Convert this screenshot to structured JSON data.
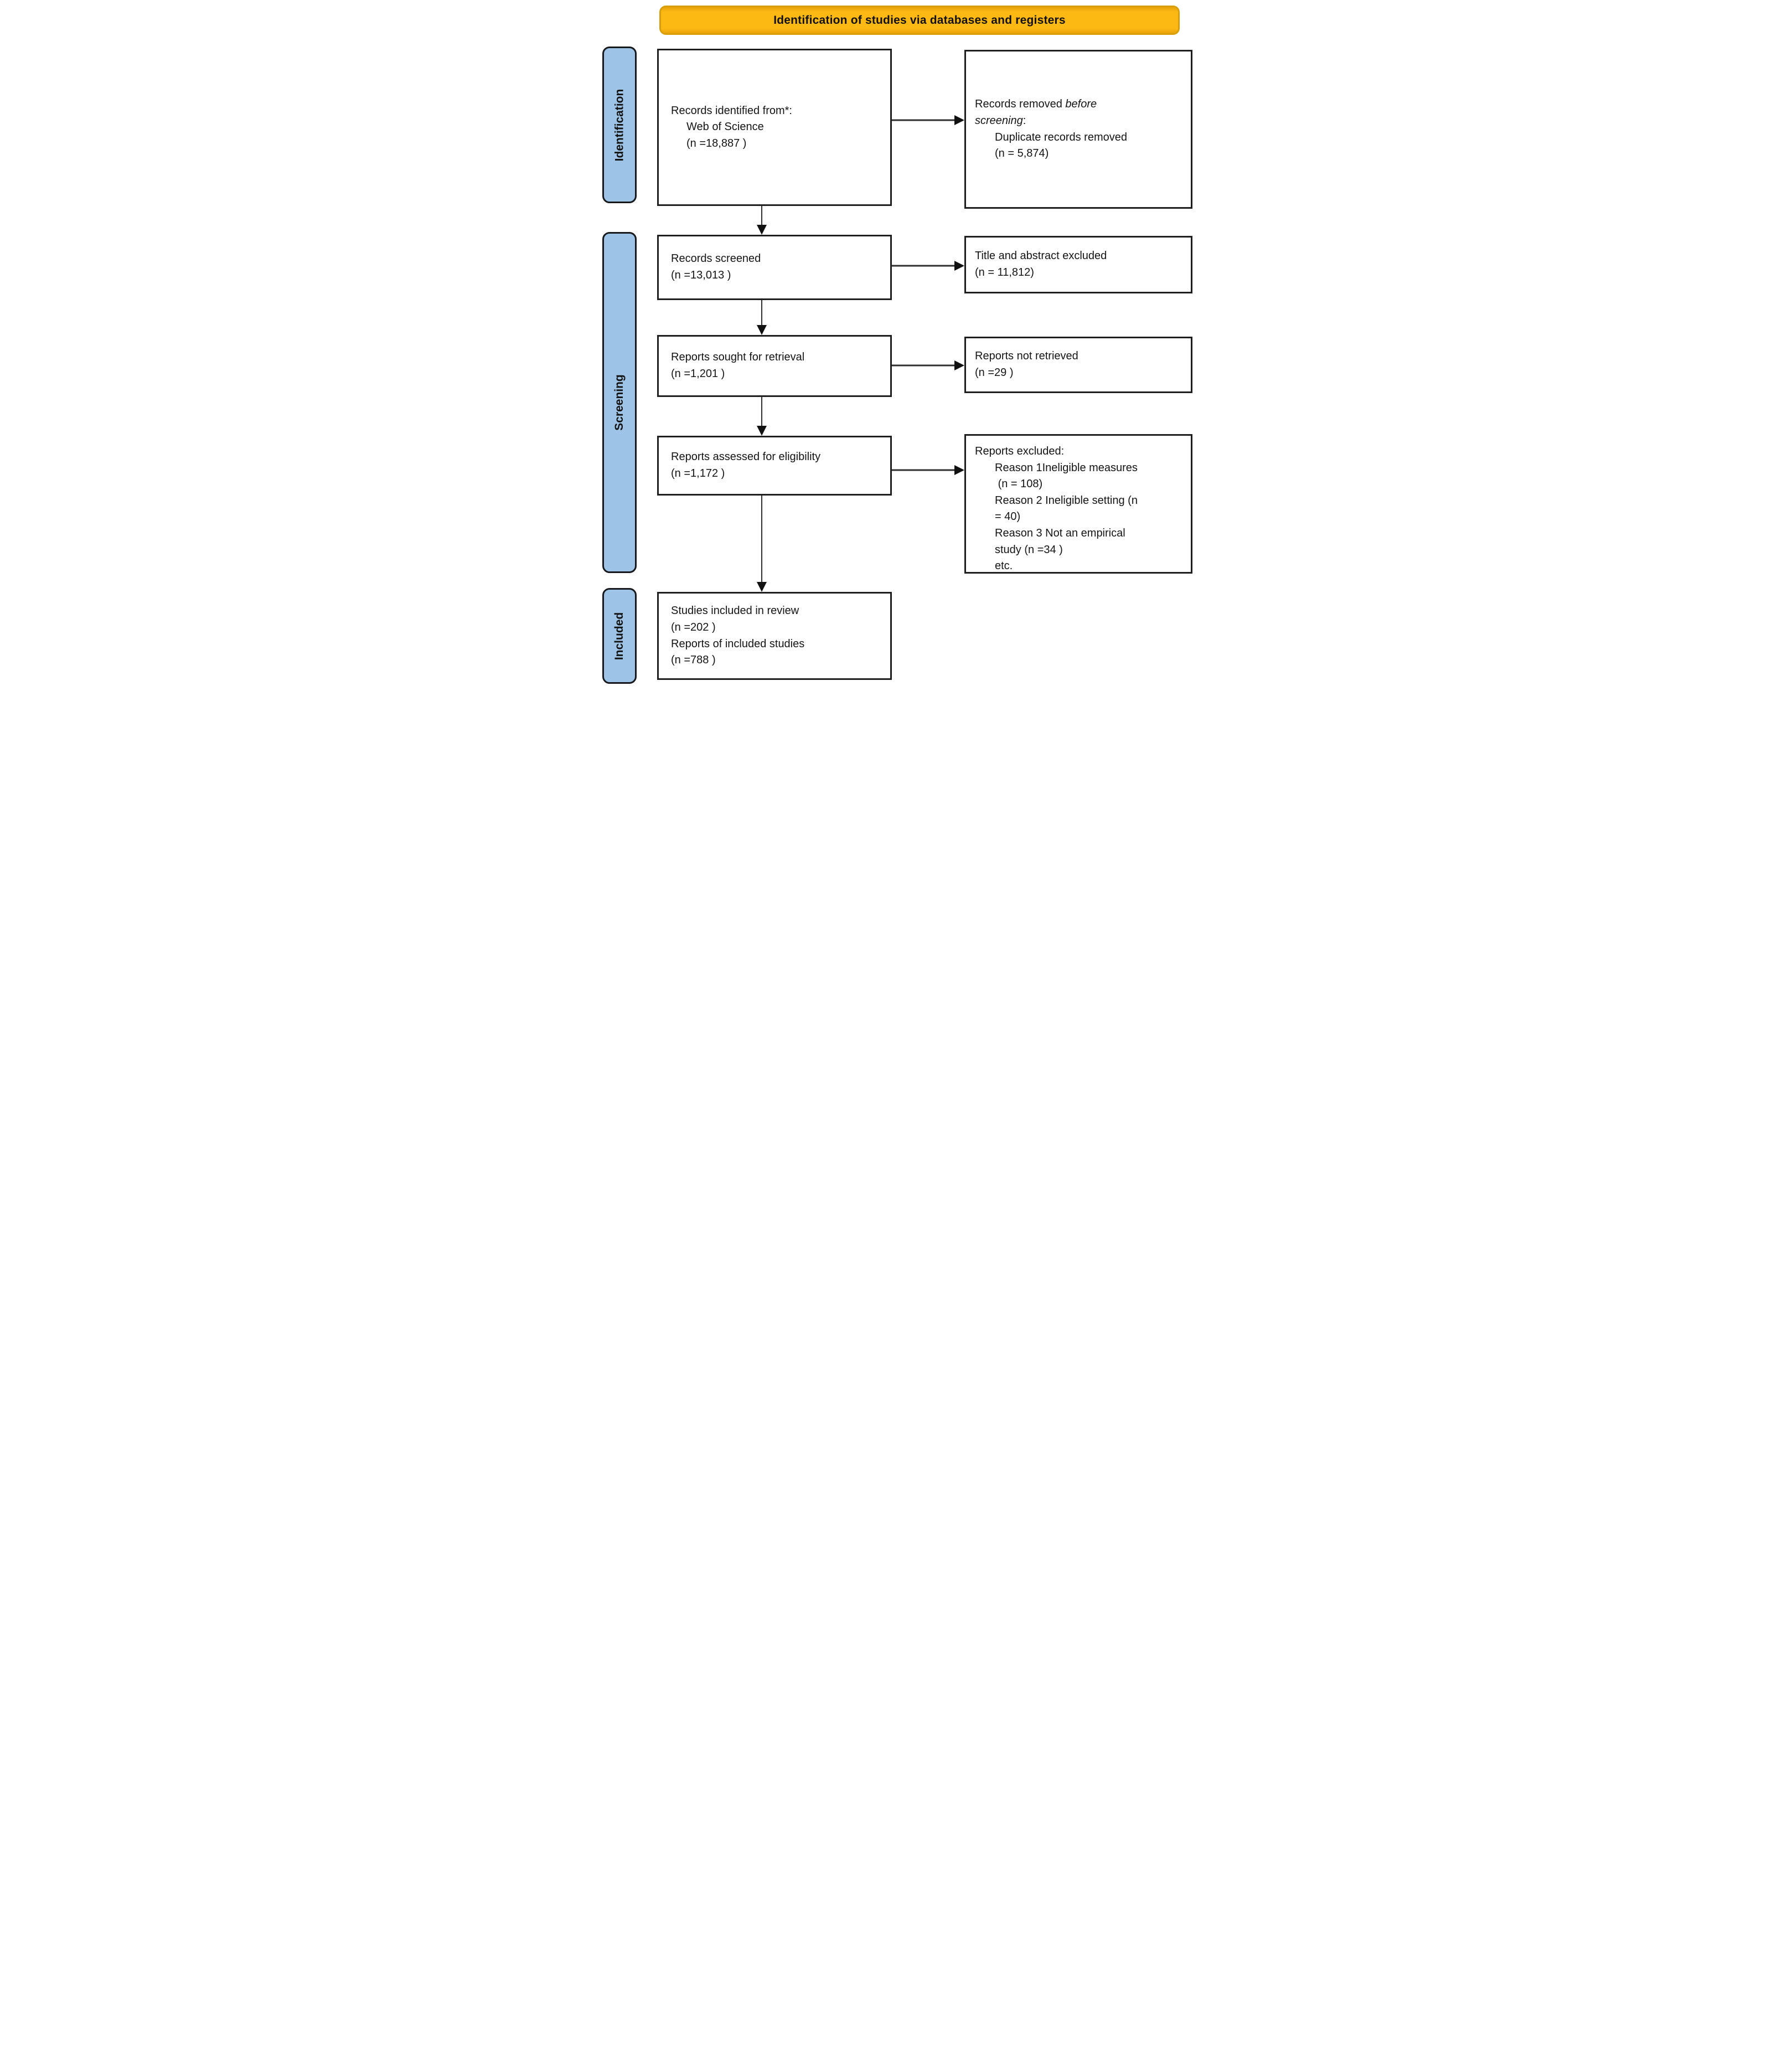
{
  "banner": {
    "title": "Identification of studies via databases and registers"
  },
  "stages": {
    "identification": "Identification",
    "screening": "Screening",
    "included": "Included"
  },
  "boxes": {
    "records_identified": {
      "line1": "Records identified from*:",
      "line2": "Web of Science",
      "line3": "(n =18,887 )"
    },
    "records_removed": {
      "line1_normal": "Records removed ",
      "line1_italic": "before",
      "line2_italic": "screening",
      "line2_colon": ":",
      "line3": "Duplicate records removed",
      "line4": "(n = 5,874)"
    },
    "records_screened": {
      "line1": "Records screened",
      "line2": "(n =13,013 )"
    },
    "title_abstract_excluded": {
      "line1": "Title and abstract excluded",
      "line2": "(n = 11,812)"
    },
    "reports_sought": {
      "line1": "Reports sought for retrieval",
      "line2": "(n =1,201 )"
    },
    "reports_not_retrieved": {
      "line1": "Reports not retrieved",
      "line2": "(n =29 )"
    },
    "reports_assessed": {
      "line1": "Reports assessed for eligibility",
      "line2": "(n =1,172 )"
    },
    "reports_excluded": {
      "line1": "Reports excluded:",
      "reasons": [
        "Reason 1Ineligible measures",
        " (n = 108)",
        "Reason 2 Ineligible setting (n",
        "= 40)",
        "Reason 3 Not an empirical",
        "study (n =34 )",
        "etc."
      ]
    },
    "studies_included": {
      "line1": "Studies included in review",
      "line2": "(n =202 )",
      "line3": "Reports of included studies",
      "line4": "(n =788 )"
    }
  },
  "colors": {
    "banner_bg": "#FCB813",
    "stage_label_bg": "#9DC3E6",
    "box_border": "#1F1F1F",
    "arrow": "#111111"
  }
}
